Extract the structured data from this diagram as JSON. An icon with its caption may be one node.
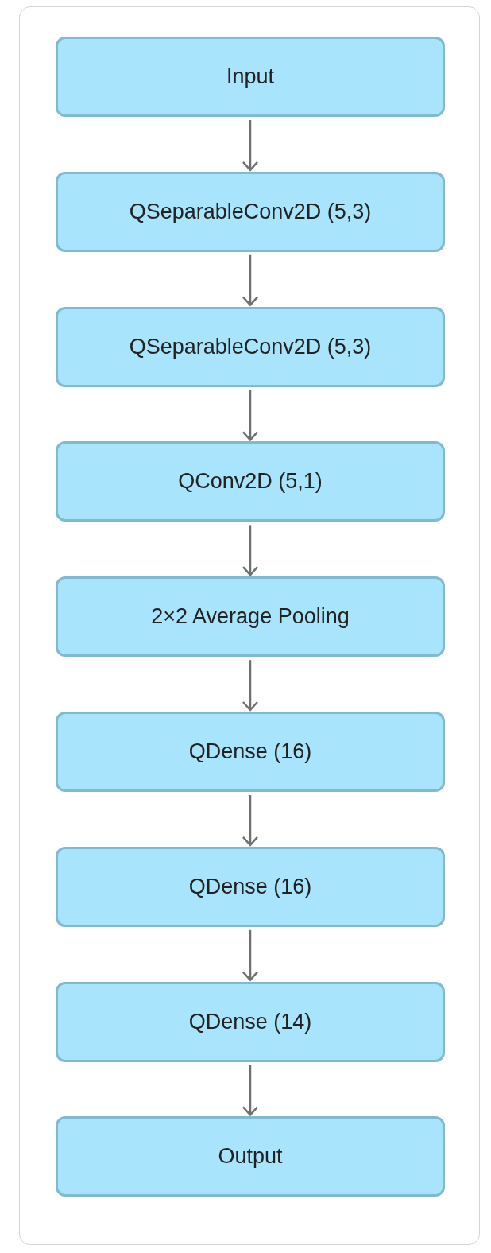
{
  "diagram": {
    "nodes": [
      {
        "text": [
          "Input"
        ]
      },
      {
        "text": [
          "QSeparableConv2D (5,3)"
        ]
      },
      {
        "text": [
          "QSeparableConv2D (5,3)"
        ]
      },
      {
        "text": [
          "QConv2D (5,1)"
        ]
      },
      {
        "text": [
          "2×2 Average Pooling"
        ]
      },
      {
        "text": [
          "QDense (16)"
        ]
      },
      {
        "text": [
          "QDense (16)"
        ]
      },
      {
        "text": [
          "QDense (14)"
        ]
      },
      {
        "text": [
          "Output"
        ]
      }
    ],
    "edges": [
      {
        "from": 0,
        "to": 1,
        "arrow": "to"
      },
      {
        "from": 1,
        "to": 2,
        "arrow": "to"
      },
      {
        "from": 2,
        "to": 3,
        "arrow": "to"
      },
      {
        "from": 3,
        "to": 4,
        "arrow": "to"
      },
      {
        "from": 4,
        "to": 5,
        "arrow": "to"
      },
      {
        "from": 5,
        "to": 6,
        "arrow": "to"
      },
      {
        "from": 6,
        "to": 7,
        "arrow": "to"
      },
      {
        "from": 7,
        "to": 8,
        "arrow": "to"
      }
    ]
  }
}
